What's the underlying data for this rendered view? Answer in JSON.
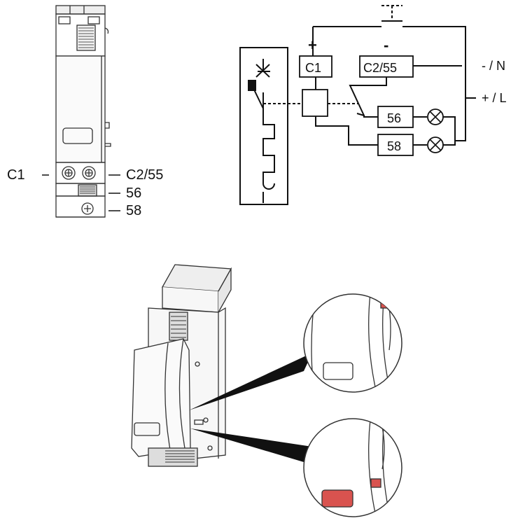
{
  "front_view": {
    "terminal_labels": {
      "c1": "C1",
      "c2_55": "C2/55",
      "t56": "56",
      "t58": "58"
    }
  },
  "schematic": {
    "polarity": {
      "plus": "+",
      "minus": "-"
    },
    "boxes": {
      "c1": "C1",
      "c2_55": "C2/55",
      "b56": "56",
      "b58": "58"
    },
    "supply": {
      "negative": "- / N",
      "positive": "+ / L"
    }
  },
  "colors": {
    "line": "#111111",
    "indicator_red": "#d9534f"
  }
}
